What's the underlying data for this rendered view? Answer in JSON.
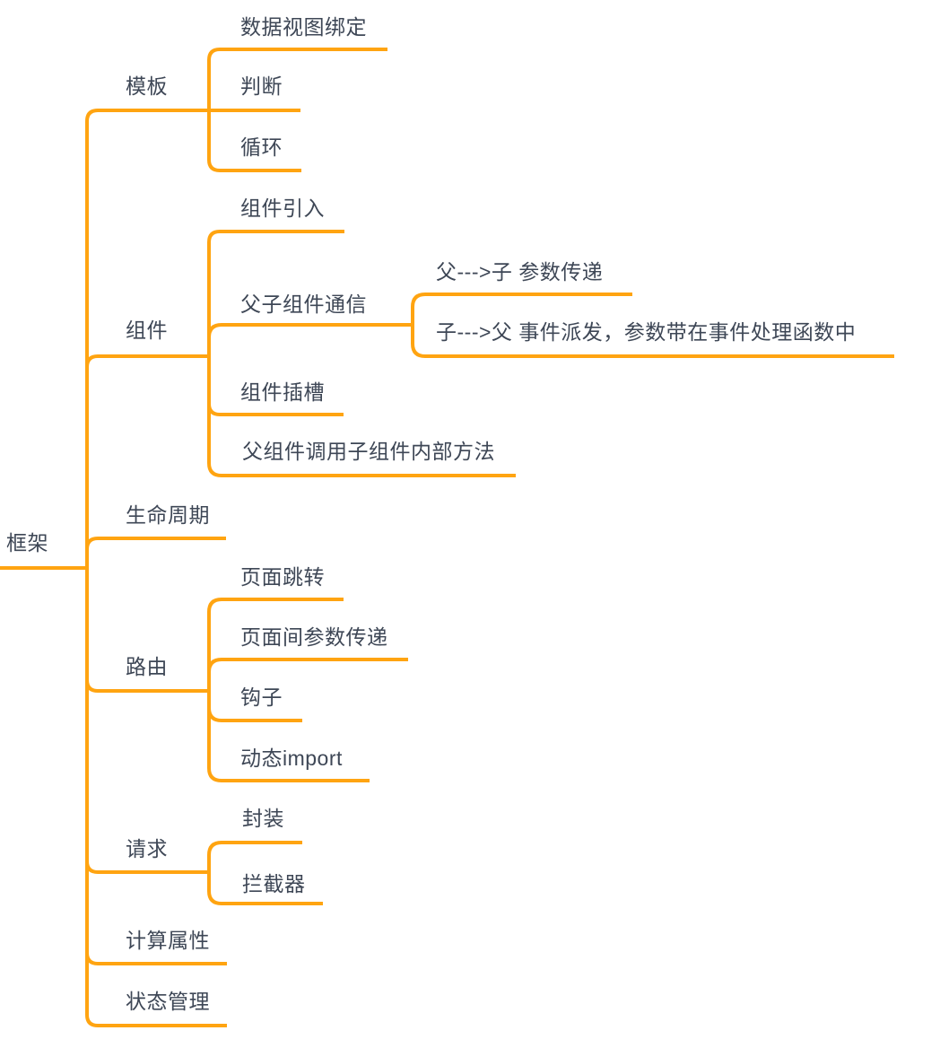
{
  "colors": {
    "line": "#FFA411",
    "text": "#3E4756",
    "background": "#FFFFFF"
  },
  "mindmap": {
    "root": {
      "label": "框架",
      "children": [
        {
          "label": "模板",
          "children": [
            {
              "label": "数据视图绑定"
            },
            {
              "label": "判断"
            },
            {
              "label": "循环"
            }
          ]
        },
        {
          "label": "组件",
          "children": [
            {
              "label": "组件引入"
            },
            {
              "label": "父子组件通信",
              "children": [
                {
                  "label": "父--->子 参数传递"
                },
                {
                  "label": "子--->父 事件派发，参数带在事件处理函数中"
                }
              ]
            },
            {
              "label": "组件插槽"
            },
            {
              "label": "父组件调用子组件内部方法"
            }
          ]
        },
        {
          "label": "生命周期"
        },
        {
          "label": "路由",
          "children": [
            {
              "label": "页面跳转"
            },
            {
              "label": "页面间参数传递"
            },
            {
              "label": "钩子"
            },
            {
              "label": "动态import"
            }
          ]
        },
        {
          "label": "请求",
          "children": [
            {
              "label": "封装"
            },
            {
              "label": "拦截器"
            }
          ]
        },
        {
          "label": "计算属性"
        },
        {
          "label": "状态管理"
        }
      ]
    }
  }
}
